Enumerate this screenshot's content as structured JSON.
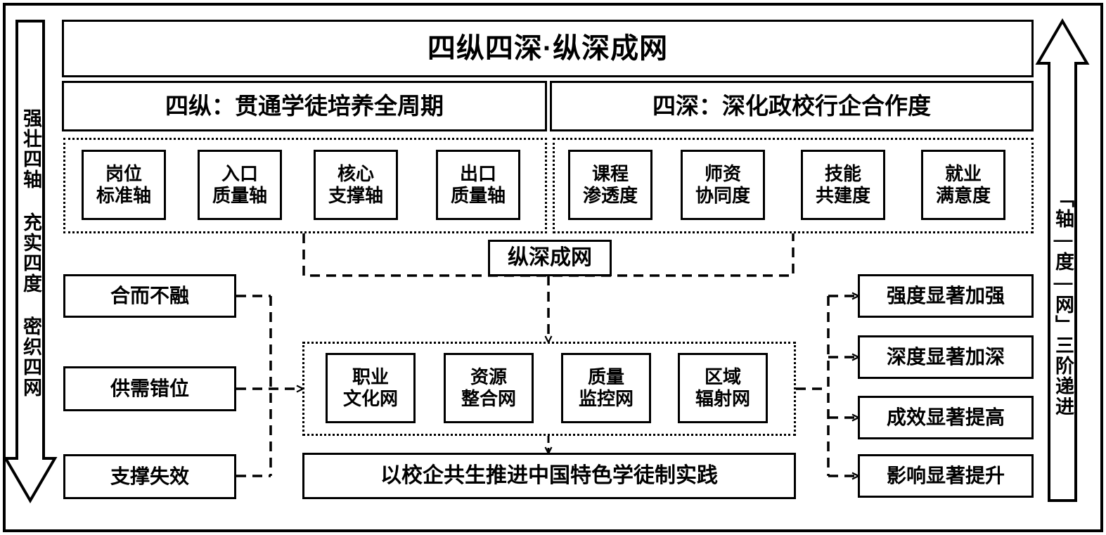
{
  "diagram": {
    "title": "四纵四深·纵深成网",
    "left_arrow_label": "强壮四轴 充实四度 密织四网",
    "right_arrow_label": "「轴—度—网」三阶递进",
    "headers": {
      "left": "四纵：贯通学徒培养全周期",
      "right": "四深：深化政校行企合作度"
    },
    "axes_group": {
      "items": [
        {
          "line1": "岗位",
          "line2": "标准轴"
        },
        {
          "line1": "入口",
          "line2": "质量轴"
        },
        {
          "line1": "核心",
          "line2": "支撑轴"
        },
        {
          "line1": "出口",
          "line2": "质量轴"
        }
      ]
    },
    "degrees_group": {
      "items": [
        {
          "line1": "课程",
          "line2": "渗透度"
        },
        {
          "line1": "师资",
          "line2": "协同度"
        },
        {
          "line1": "技能",
          "line2": "共建度"
        },
        {
          "line1": "就业",
          "line2": "满意度"
        }
      ]
    },
    "middle_node": "纵深成网",
    "problems": [
      {
        "label": "合而不融"
      },
      {
        "label": "供需错位"
      },
      {
        "label": "支撑失效"
      }
    ],
    "networks": [
      {
        "line1": "职业",
        "line2": "文化网"
      },
      {
        "line1": "资源",
        "line2": "整合网"
      },
      {
        "line1": "质量",
        "line2": "监控网"
      },
      {
        "line1": "区域",
        "line2": "辐射网"
      }
    ],
    "outcomes": [
      {
        "label": "强度显著加强"
      },
      {
        "label": "深度显著加深"
      },
      {
        "label": "成效显著提高"
      },
      {
        "label": "影响显著提升"
      }
    ],
    "conclusion": "以校企共生推进中国特色学徒制实践",
    "colors": {
      "stroke": "#000000",
      "background": "#ffffff"
    }
  }
}
